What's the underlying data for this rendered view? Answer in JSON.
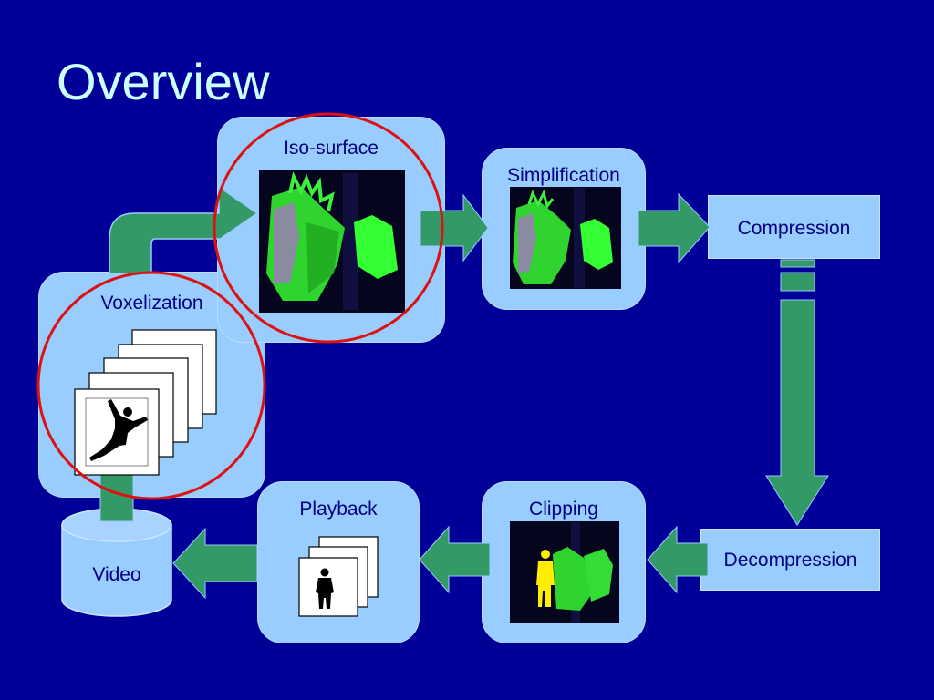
{
  "slide": {
    "title": "Overview"
  },
  "stages": {
    "voxelization": "Voxelization",
    "iso_surface": "Iso-surface",
    "simplification": "Simplification",
    "compression": "Compression",
    "decompression": "Decompression",
    "clipping": "Clipping",
    "playback": "Playback",
    "video": "Video"
  },
  "colors": {
    "background": "#000099",
    "title": "#ccffff",
    "panel": "#99ccff",
    "label": "#000080",
    "arrow": "#339966",
    "highlight_circle": "#dd1111"
  }
}
